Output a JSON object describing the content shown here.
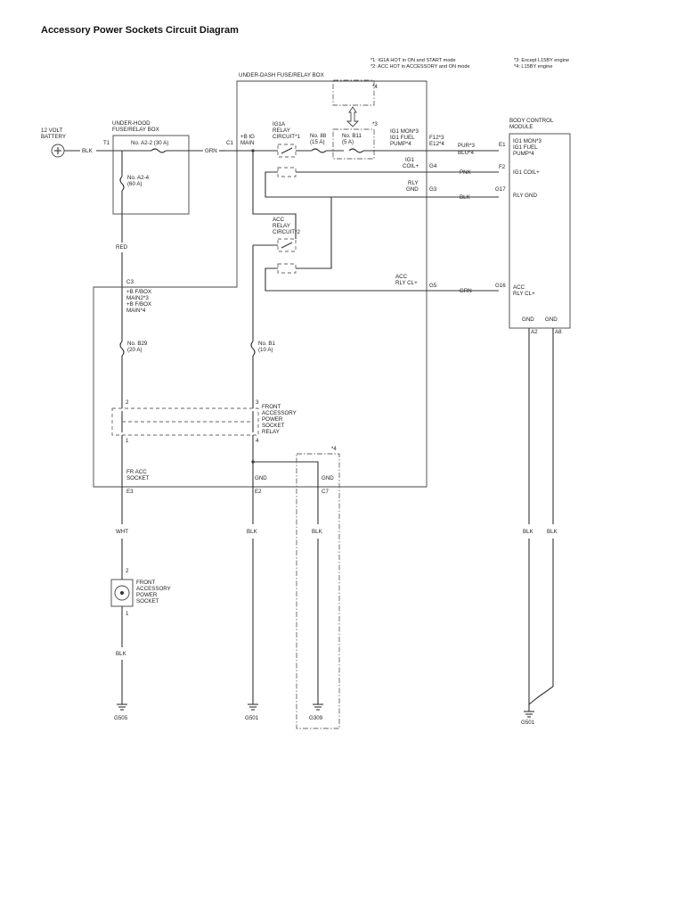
{
  "title": "Accessory Power Sockets Circuit Diagram",
  "notes": {
    "n1": "*1: IG1A HOT in ON and START mode",
    "n2": "*2: ACC HOT in ACCESSORY and ON mode",
    "n3": "*3: Except L15BY engine",
    "n4": "*4: L15BY engine"
  },
  "battery": {
    "l1": "12 VOLT",
    "l2": "BATTERY",
    "wire": "BLK"
  },
  "underhood": {
    "l1": "UNDER-HOOD",
    "l2": "FUSE/RELAY BOX",
    "t1": "T1",
    "fuse_a22": "No. A2-2 (30 A)",
    "fuse_a24_l1": "No. A2-4",
    "fuse_a24_l2": "(60 A)",
    "out_wire": "GRN",
    "red_wire": "RED"
  },
  "underdash": {
    "title": "UNDER-DASH FUSE/RELAY BOX",
    "c1": "C1",
    "c1_l1": "+B IG",
    "c1_l2": "MAIN",
    "ig1a_l1": "IG1A",
    "ig1a_l2": "RELAY",
    "ig1a_l3": "CIRCUIT*1",
    "f88_l1": "No. 88",
    "f88_l2": "(15 A)",
    "fb11_l1": "No. B11",
    "fb11_l2": "(5 A)",
    "star4": "*4",
    "star3": "*3",
    "ig1mon_l1": "IG1 MON*3",
    "ig1mon_l2": "IG1 FUEL",
    "ig1mon_l3": "PUMP*4",
    "f12": "F12*3",
    "e12": "E12*4",
    "ig1coil_l1": "IG1",
    "ig1coil_l2": "COIL+",
    "g4": "G4",
    "rly_l1": "RLY",
    "rly_l2": "GND",
    "g3": "G3",
    "acc_l1": "ACC",
    "acc_l2": "RELAY",
    "acc_l3": "CIRCUIT*2",
    "accrly_l1": "ACC",
    "accrly_l2": "RLY CL+",
    "g5": "G5",
    "c3": "C3",
    "c3_l1": "+B F/BOX",
    "c3_l2": "MAIN2*3",
    "c3_l3": "+B F/BOX",
    "c3_l4": "MAIN*4",
    "b29_l1": "No. B29",
    "b29_l2": "(20 A)",
    "b1_l1": "No. B1",
    "b1_l2": "(10 A)",
    "relay_l1": "FRONT",
    "relay_l2": "ACCESSORY",
    "relay_l3": "POWER",
    "relay_l4": "SOCKET",
    "relay_l5": "RELAY",
    "pin1": "1",
    "pin2": "2",
    "pin3": "3",
    "pin4": "4",
    "frsock_l1": "FR ACC",
    "frsock_l2": "SOCKET",
    "e3": "E3",
    "gnd1": "GND",
    "e2": "E2",
    "gnd2": "GND",
    "c7": "C7",
    "star4b": "*4"
  },
  "wires": {
    "pur": "PUR*3",
    "blu": "BLU*4",
    "pnk": "PNK",
    "blk": "BLK",
    "grn": "GRN",
    "wht": "WHT",
    "blk_e2": "BLK",
    "blk_c7": "BLK",
    "blk_a2": "BLK",
    "blk_a8": "BLK",
    "blk_sock": "BLK"
  },
  "bcm": {
    "l1": "BODY CONTROL",
    "l2": "MODULE",
    "e1": "E1",
    "mon_l1": "IG1 MON*3",
    "mon_l2": "IG1 FUEL",
    "mon_l3": "PUMP*4",
    "f2": "F2",
    "coil": "IG1 COIL+",
    "g17": "G17",
    "rlygnd": "RLY GND",
    "g16": "G16",
    "acc_l1": "ACC",
    "acc_l2": "RLY CL+",
    "gnd_a": "GND",
    "gnd_b": "GND",
    "a2": "A2",
    "a8": "A8"
  },
  "socket": {
    "pin2": "2",
    "pin1": "1",
    "l1": "FRONT",
    "l2": "ACCESSORY",
    "l3": "POWER",
    "l4": "SOCKET"
  },
  "grounds": {
    "g505": "G505",
    "g501a": "G501",
    "g309": "G309",
    "g501b": "G501"
  }
}
